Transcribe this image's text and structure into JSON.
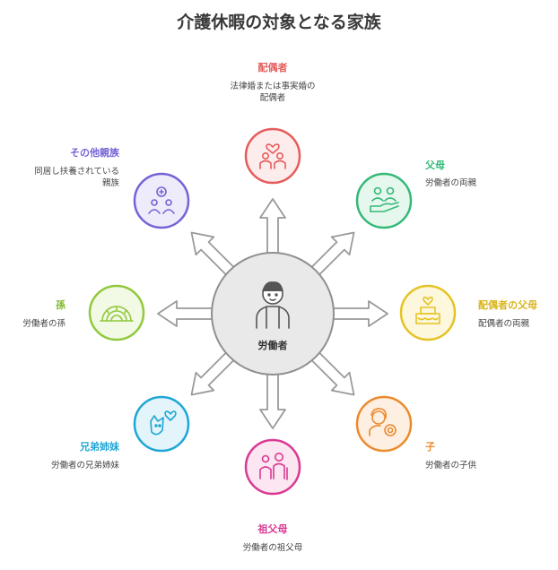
{
  "title": "介護休暇の対象となる家族",
  "center": {
    "label": "労働者",
    "icon": "worker-icon"
  },
  "colors": {
    "spouse": "#e65c5c",
    "parents": "#35b978",
    "spouse_parents": "#e5c325",
    "child": "#ec8a2e",
    "grandparents": "#d93a93",
    "siblings": "#1fa6d6",
    "grandchild": "#90c93d",
    "other": "#7364d6"
  },
  "nodes": [
    {
      "key": "spouse",
      "label": "配偶者",
      "desc": [
        "法律婚または事実婚の",
        "配偶者"
      ],
      "icon": "couple-heart-icon"
    },
    {
      "key": "parents",
      "label": "父母",
      "desc": [
        "労働者の両親"
      ],
      "icon": "family-hand-icon"
    },
    {
      "key": "spouse_parents",
      "label": "配偶者の父母",
      "desc": [
        "配偶者の両親"
      ],
      "icon": "cake-icon"
    },
    {
      "key": "child",
      "label": "子",
      "desc": [
        "労働者の子供"
      ],
      "icon": "mother-baby-icon"
    },
    {
      "key": "grandparents",
      "label": "祖父母",
      "desc": [
        "労働者の祖父母"
      ],
      "icon": "elderly-couple-icon"
    },
    {
      "key": "siblings",
      "label": "兄弟姉妹",
      "desc": [
        "労働者の兄弟姉妹"
      ],
      "icon": "pets-heart-icon"
    },
    {
      "key": "grandchild",
      "label": "孫",
      "desc": [
        "労働者の孫"
      ],
      "icon": "rainbow-icon"
    },
    {
      "key": "other",
      "label": "その他親族",
      "desc": [
        "同居し扶養されている",
        "親族"
      ],
      "icon": "group-plus-icon"
    }
  ]
}
